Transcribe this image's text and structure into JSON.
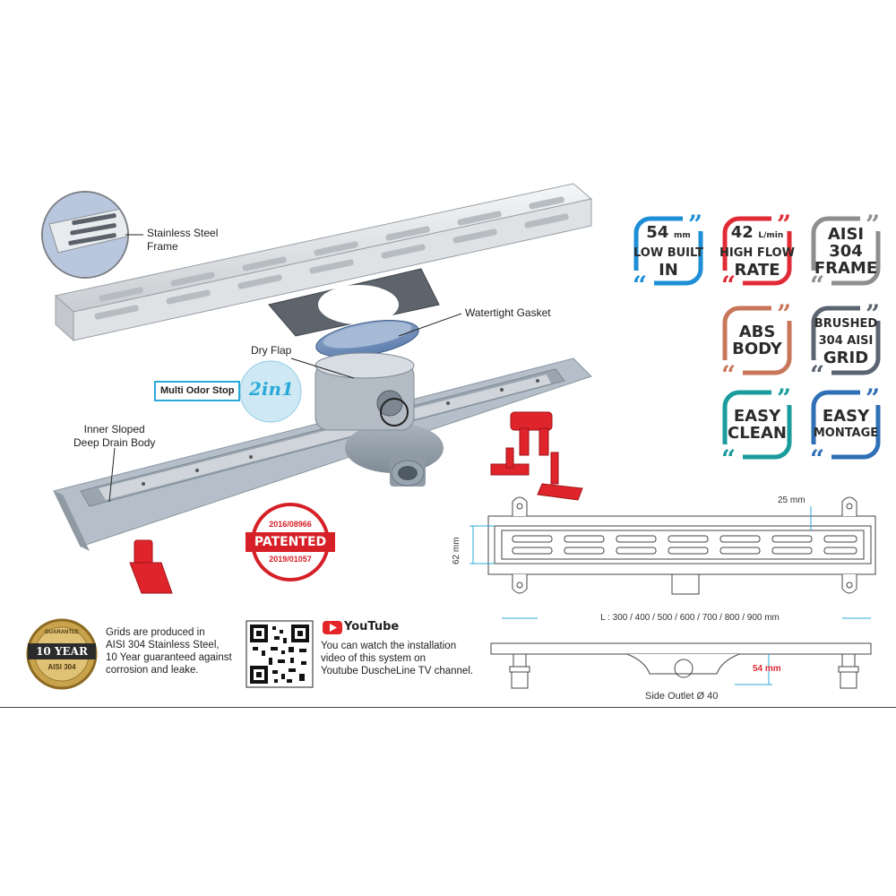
{
  "labels": {
    "frame": "Stainless Steel\nFrame",
    "gasket": "Watertight Gasket",
    "dry_flap": "Dry Flap",
    "odor_stop": "Multi Odor Stop",
    "two_in_one": "2in1",
    "body": "Inner Sloped\nDeep Drain Body"
  },
  "patent": {
    "top": "2016/08966",
    "main": "PATENTED",
    "bottom": "2019/01057"
  },
  "badges": [
    {
      "line1": "54",
      "unit": "mm",
      "line2": "LOW BUILT",
      "line3": "IN",
      "color": "#1e8fd6"
    },
    {
      "line1": "42",
      "unit": "L/min",
      "line2": "HIGH FLOW",
      "line3": "RATE",
      "color": "#e02b36"
    },
    {
      "line1": "AISI",
      "line2": "304",
      "line3": "FRAME",
      "color": "#8e8e8e"
    },
    {
      "line1": "ABS",
      "line2": "BODY",
      "color": "#c8765a"
    },
    {
      "line1": "BRUSHED",
      "line2": "304 AISI",
      "line3": "GRID",
      "color": "#5b6470"
    },
    {
      "line1": "EASY",
      "line2": "CLEAN",
      "color": "#1a9c9c"
    },
    {
      "line1": "EASY",
      "line2": "MONTAGE",
      "color": "#2f6fb5"
    }
  ],
  "dimensions": {
    "width_top": "25 mm",
    "height": "62 mm",
    "length": "L : 300 / 400 / 500 / 600 / 700 / 800 / 900  mm",
    "depth": "54 mm",
    "outlet": "Side Outlet Ø 40"
  },
  "guarantee": {
    "seal_top": "GUARANTEE",
    "seal_main": "10 YEAR",
    "seal_bottom": "AISI 304",
    "text": "Grids are produced in\nAISI 304 Stainless Steel,\n10 Year guaranteed against\ncorrosion and leake."
  },
  "youtube": {
    "logo": "YouTube",
    "text": "You can watch the installation\nvideo of this system on\nYoutube DuscheLine TV channel."
  }
}
